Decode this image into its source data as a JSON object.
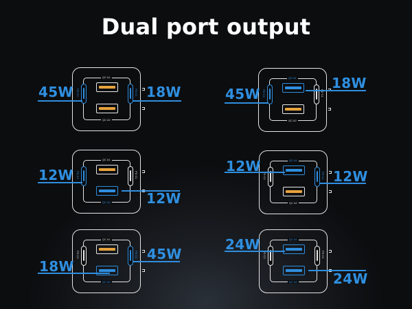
{
  "title": "Dual port output",
  "port_labels": {
    "a1": "QC A1",
    "a2": "QC A2",
    "c1": "PD C1",
    "c2": "PD C2"
  },
  "colors": {
    "active": "#2f8fe0",
    "usb_a_idle": "#e8a33c",
    "outline": "#e6e6e6",
    "background": "#0c0d0f"
  },
  "configs": [
    {
      "id": "c2-c1",
      "active_ports": [
        "c2",
        "c1"
      ],
      "left_watt": "45W",
      "right_watt": "18W"
    },
    {
      "id": "c2-a1",
      "active_ports": [
        "c2",
        "a1"
      ],
      "left_watt": "45W",
      "right_watt": "18W"
    },
    {
      "id": "c2-a2",
      "active_ports": [
        "c2",
        "a2"
      ],
      "left_watt": "12W",
      "right_watt": "12W"
    },
    {
      "id": "a1-c1",
      "active_ports": [
        "a1",
        "c1"
      ],
      "left_watt": "12W",
      "right_watt": "12W"
    },
    {
      "id": "a2-c1",
      "active_ports": [
        "a2",
        "c1"
      ],
      "left_watt": "18W",
      "right_watt": "45W"
    },
    {
      "id": "a1-a2",
      "active_ports": [
        "a1",
        "a2"
      ],
      "left_watt": "24W",
      "right_watt": "24W"
    }
  ]
}
